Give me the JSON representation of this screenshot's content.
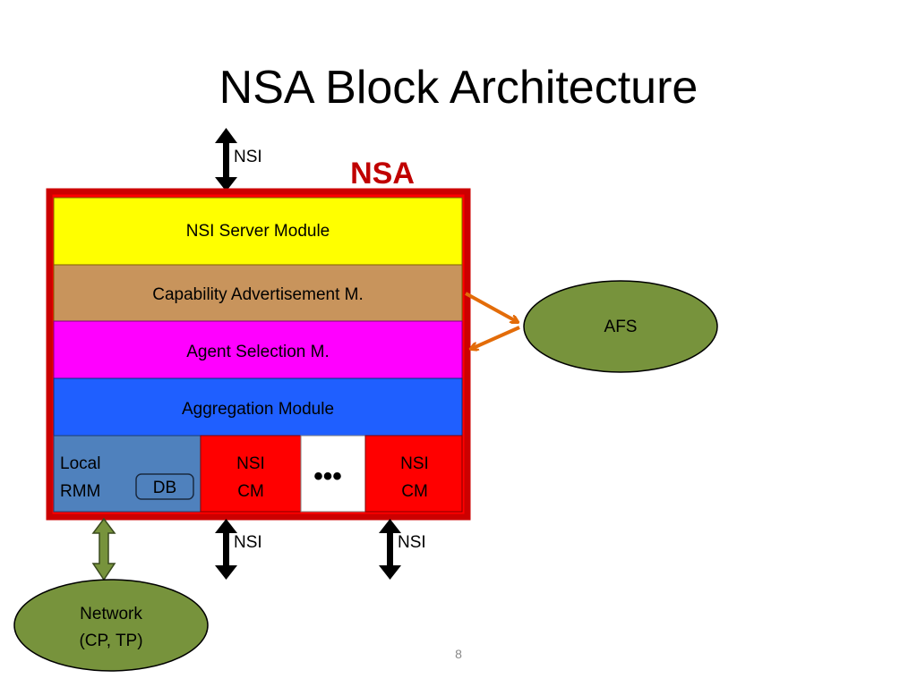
{
  "slide": {
    "title": "NSA Block Architecture",
    "page_number": "8"
  },
  "diagram": {
    "nsa_label": "NSA",
    "modules": {
      "nsi_server": "NSI Server Module",
      "capability_ad": "Capability Advertisement M.",
      "agent_selection": "Agent Selection M.",
      "aggregation": "Aggregation Module"
    },
    "bottom_row": {
      "local_rmm_line1": "Local",
      "local_rmm_line2": "RMM",
      "db": "DB",
      "cm1_line1": "NSI",
      "cm1_line2": "CM",
      "ellipsis": "•••",
      "cm2_line1": "NSI",
      "cm2_line2": "CM"
    },
    "interfaces": {
      "top": "NSI",
      "bottom1": "NSI",
      "bottom2": "NSI"
    },
    "afs": "AFS",
    "network_line1": "Network",
    "network_line2": "(CP, TP)"
  },
  "colors": {
    "frame": "#cc0000",
    "nsi_server": "#ffff00",
    "capability_ad": "#c8945c",
    "agent_selection": "#ff00ff",
    "aggregation": "#1f5fff",
    "local_rmm": "#4f81bd",
    "nsi_cm": "#ff0000",
    "ellipse_fill": "#77933c",
    "network_arrow": "#77933c",
    "afs_arrow": "#e36c09"
  }
}
